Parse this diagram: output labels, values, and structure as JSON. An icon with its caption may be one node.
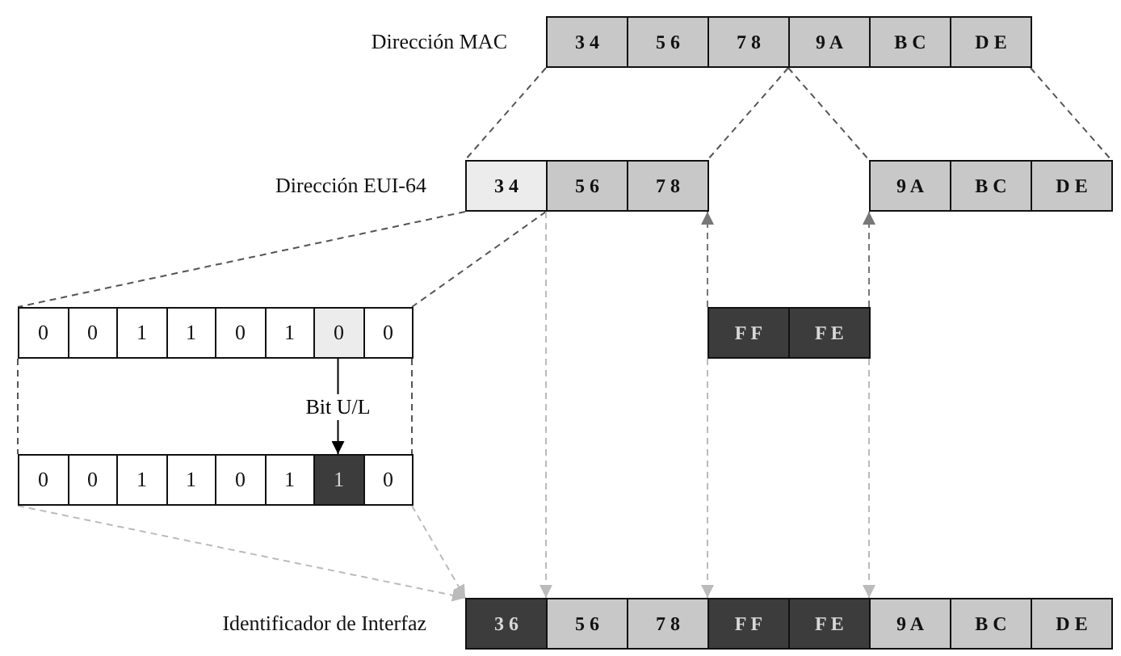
{
  "diagram": {
    "nodes": [
      {
        "text": [
          "3 4"
        ]
      },
      {
        "text": [
          "5 6"
        ]
      },
      {
        "text": [
          "7 8"
        ]
      },
      {
        "text": [
          "9 A"
        ]
      },
      {
        "text": [
          "B C"
        ]
      },
      {
        "text": [
          "D E"
        ]
      },
      {
        "text": [
          "3 4"
        ]
      },
      {
        "text": [
          "5 6"
        ]
      },
      {
        "text": [
          "7 8"
        ]
      },
      {
        "text": [
          "9 A"
        ]
      },
      {
        "text": [
          "B C"
        ]
      },
      {
        "text": [
          "D E"
        ]
      },
      {
        "text": [
          "0"
        ]
      },
      {
        "text": [
          "0"
        ]
      },
      {
        "text": [
          "1"
        ]
      },
      {
        "text": [
          "1"
        ]
      },
      {
        "text": [
          "0"
        ]
      },
      {
        "text": [
          "1"
        ]
      },
      {
        "text": [
          "0"
        ]
      },
      {
        "text": [
          "0"
        ]
      },
      {
        "text": [
          "0"
        ]
      },
      {
        "text": [
          "0"
        ]
      },
      {
        "text": [
          "1"
        ]
      },
      {
        "text": [
          "1"
        ]
      },
      {
        "text": [
          "0"
        ]
      },
      {
        "text": [
          "1"
        ]
      },
      {
        "text": [
          "1"
        ]
      },
      {
        "text": [
          "0"
        ]
      },
      {
        "text": [
          "F F"
        ]
      },
      {
        "text": [
          "F E"
        ]
      },
      {
        "text": [
          "3 6"
        ]
      },
      {
        "text": [
          "5 6"
        ]
      },
      {
        "text": [
          "7 8"
        ]
      },
      {
        "text": [
          "F F"
        ]
      },
      {
        "text": [
          "F E"
        ]
      },
      {
        "text": [
          "9 A"
        ]
      },
      {
        "text": [
          "B C"
        ]
      },
      {
        "text": [
          "D E"
        ]
      }
    ],
    "edges": [
      {
        "from": 0,
        "to": 6,
        "arrow": "none",
        "style": "dashed"
      },
      {
        "from": 2,
        "to": 8,
        "arrow": "none",
        "style": "dashed"
      },
      {
        "from": 3,
        "to": 9,
        "arrow": "none",
        "style": "dashed"
      },
      {
        "from": 5,
        "to": 11,
        "arrow": "none",
        "style": "dashed"
      },
      {
        "from": 6,
        "to": 12,
        "arrow": "none",
        "style": "dashed"
      },
      {
        "from": 6,
        "to": 19,
        "arrow": "none",
        "style": "dashed"
      },
      {
        "from": 12,
        "to": 20,
        "arrow": "none",
        "style": "dashed"
      },
      {
        "from": 19,
        "to": 27,
        "arrow": "none",
        "style": "dashed"
      },
      {
        "from": 18,
        "to": 26,
        "arrow": "to",
        "label": "Bit U/L",
        "color": "#000000"
      },
      {
        "from": 28,
        "to": 8,
        "arrow": "to",
        "style": "dashed",
        "color": "#777777"
      },
      {
        "from": 29,
        "to": 9,
        "arrow": "to",
        "style": "dashed",
        "color": "#777777"
      },
      {
        "from": 20,
        "to": 30,
        "arrow": "to",
        "style": "dashed",
        "color": "#bbbbbb"
      },
      {
        "from": 27,
        "to": 30,
        "arrow": "to",
        "style": "dashed",
        "color": "#bbbbbb"
      },
      {
        "from": 7,
        "to": 31,
        "arrow": "to",
        "style": "dashed",
        "color": "#bbbbbb"
      },
      {
        "from": 28,
        "to": 33,
        "arrow": "to",
        "style": "dashed",
        "color": "#bbbbbb"
      },
      {
        "from": 29,
        "to": 34,
        "arrow": "to",
        "style": "dashed",
        "color": "#bbbbbb"
      }
    ],
    "labels": [
      "Dirección MAC",
      "Dirección EUI-64",
      "Identificador de Interfaz"
    ]
  }
}
